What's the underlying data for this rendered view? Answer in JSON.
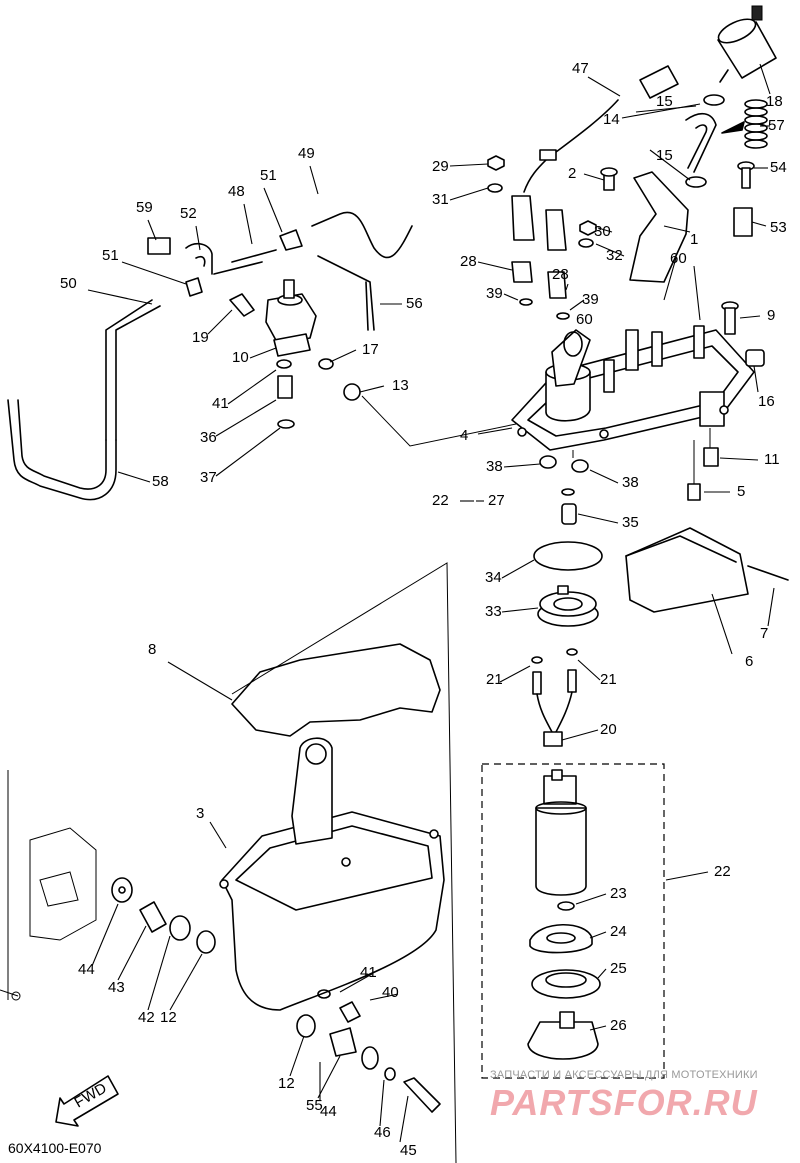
{
  "diagram": {
    "code": "60X4100-E070",
    "fwd_label": "FWD",
    "watermark": {
      "line1": "ЗАПЧАСТИ И АКСЕССУАРЫ ДЛЯ МОТОТЕХНИКИ",
      "logo": "PARTSFOR.RU"
    },
    "callouts": [
      "1",
      "2",
      "3",
      "4",
      "5",
      "6",
      "7",
      "8",
      "9",
      "10",
      "11",
      "12",
      "12",
      "13",
      "14",
      "15",
      "15",
      "16",
      "17",
      "18",
      "19",
      "20",
      "21",
      "21",
      "22",
      "22",
      "23",
      "24",
      "25",
      "26",
      "27",
      "28",
      "28",
      "29",
      "30",
      "31",
      "32",
      "33",
      "34",
      "35",
      "36",
      "37",
      "38",
      "38",
      "39",
      "39",
      "40",
      "41",
      "41",
      "42",
      "43",
      "44",
      "44",
      "45",
      "46",
      "47",
      "48",
      "49",
      "50",
      "51",
      "51",
      "52",
      "53",
      "54",
      "55",
      "56",
      "57",
      "58",
      "59",
      "60",
      "60"
    ]
  }
}
